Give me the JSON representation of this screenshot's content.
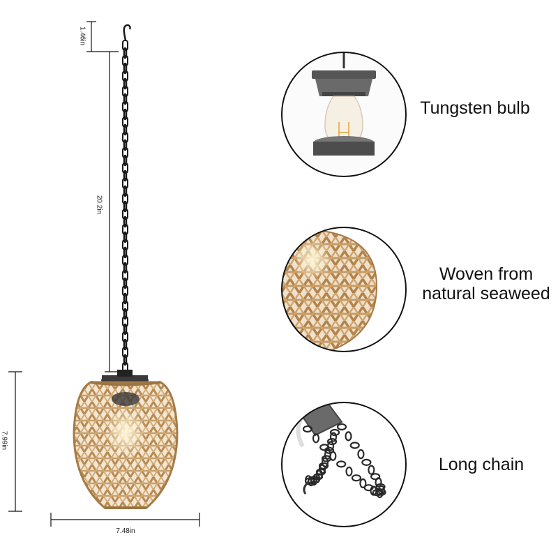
{
  "dimensions": {
    "hook_height": "1.46in",
    "chain_length": "20.2in",
    "lamp_height": "7.99in",
    "lamp_width": "7.48in"
  },
  "features": [
    {
      "label": "Tungsten bulb",
      "icon": "tungsten-bulb-closeup"
    },
    {
      "label_line1": "Woven from",
      "label_line2": "natural seaweed",
      "icon": "woven-shade-closeup"
    },
    {
      "label": "Long chain",
      "icon": "chain-closeup"
    }
  ],
  "colors": {
    "rattan": "#c9a06a",
    "rattan_dark": "#9c7442",
    "chain": "#1a1a1a",
    "metal": "#5a5a5a",
    "line": "#111111"
  }
}
